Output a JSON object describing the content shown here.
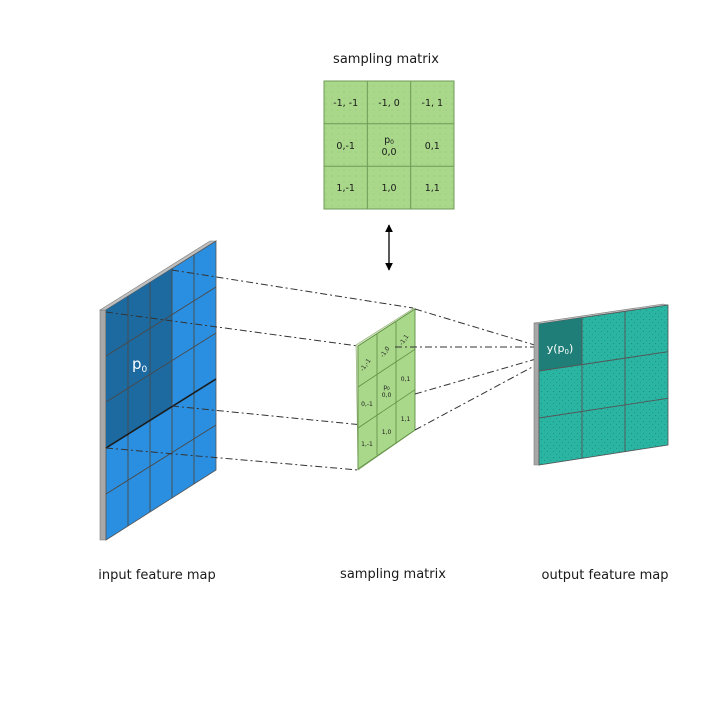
{
  "top_matrix": {
    "title": "sampling matrix",
    "cells": [
      [
        "-1, -1",
        "-1, 0",
        "-1, 1"
      ],
      [
        "0,-1",
        "p0|0,0",
        "0,1"
      ],
      [
        "1,-1",
        "1,0",
        "1,1"
      ]
    ],
    "center_symbol": "p",
    "center_subscript": "0",
    "center_coord": "0,0"
  },
  "input_map": {
    "caption": "input  feature map",
    "point_symbol": "p",
    "point_subscript": "0"
  },
  "middle_matrix": {
    "caption": "sampling matrix",
    "cells": [
      [
        "-1,-1",
        "-1,0",
        "-1,1"
      ],
      [
        "0,-1",
        "p0|0,0",
        "0,1"
      ],
      [
        "1,-1",
        "1,0",
        "1,1"
      ]
    ],
    "center_symbol": "p",
    "center_subscript": "0",
    "center_coord": "0,0"
  },
  "output_map": {
    "caption": "output  feature map",
    "value_prefix": "y(p",
    "value_subscript": "0",
    "value_suffix": ")"
  },
  "colors": {
    "input_blue": "#2a8fe0",
    "input_dark": "#1d6aa0",
    "green": "#a9d88a",
    "teal": "#2ab4a2",
    "teal_dark": "#1f7f78",
    "edge_gray": "#a8a8a8"
  }
}
